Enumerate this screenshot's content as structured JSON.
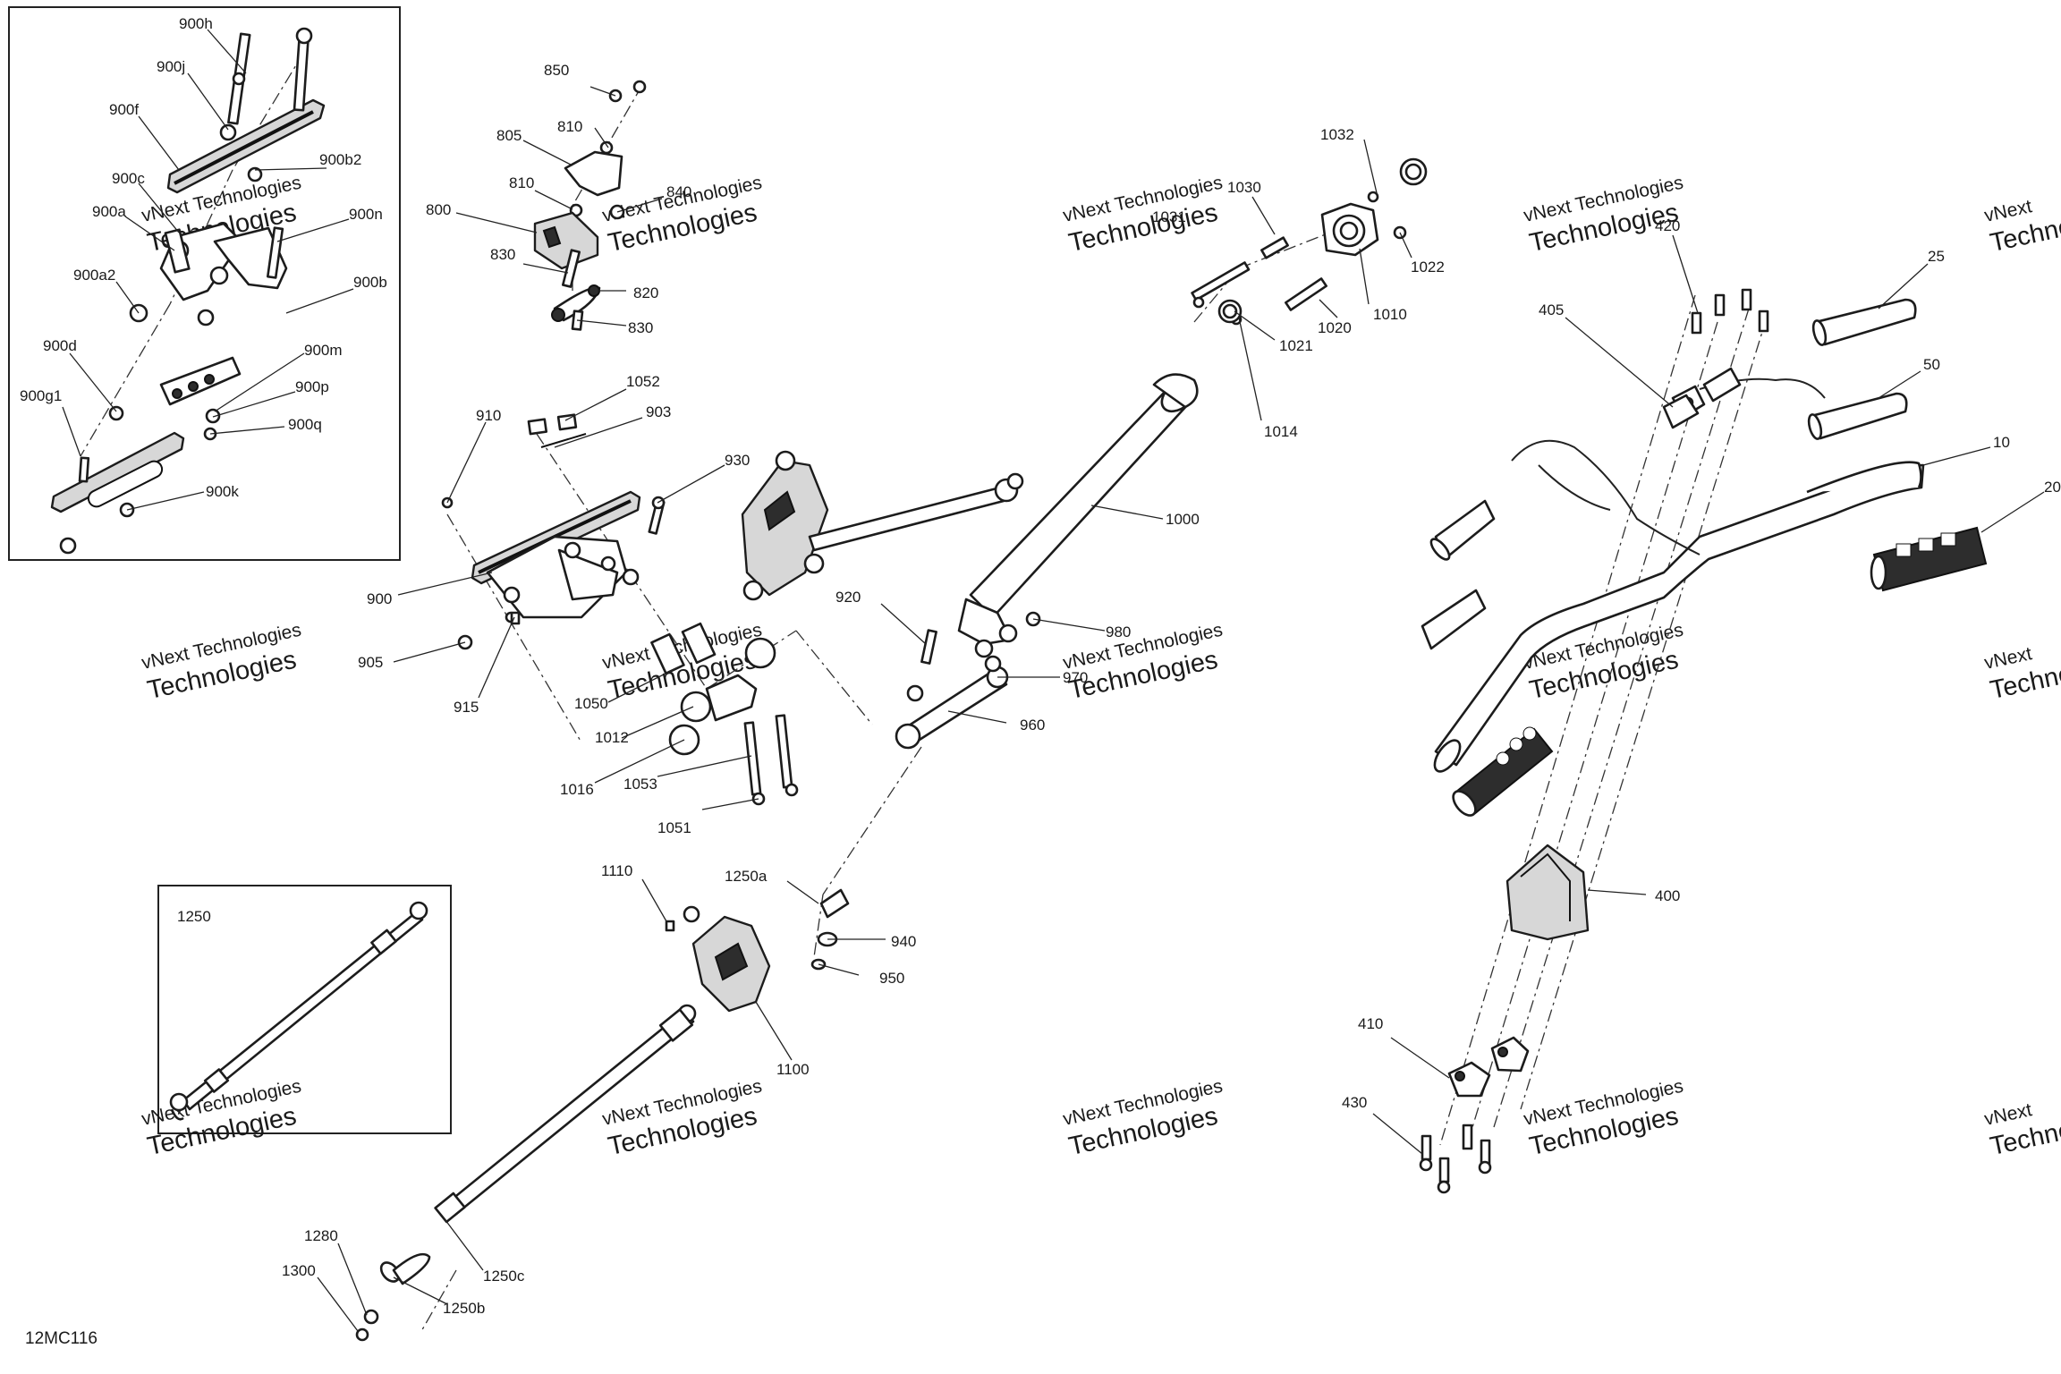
{
  "drawing_code": "12MC116",
  "inset_labels": {
    "tension_bar_kit": "1250"
  },
  "watermark": {
    "line1": "vNext Technologies",
    "line2": "Technologies",
    "line3": "vNext"
  },
  "callouts": [
    "900h",
    "900j",
    "900f",
    "900c",
    "900b2",
    "900a",
    "900n",
    "900a2",
    "900b",
    "900d",
    "900m",
    "900g1",
    "900p",
    "900q",
    "900k",
    "850",
    "805",
    "810",
    "810",
    "840",
    "800",
    "830",
    "820",
    "830",
    "1032",
    "1030",
    "1031",
    "1022",
    "1010",
    "1020",
    "1021",
    "1014",
    "405",
    "420",
    "25",
    "50",
    "10",
    "20",
    "1052",
    "910",
    "903",
    "930",
    "1000",
    "900",
    "920",
    "980",
    "905",
    "915",
    "1050",
    "970",
    "1012",
    "960",
    "1016",
    "1053",
    "1051",
    "1110",
    "1250a",
    "940",
    "950",
    "400",
    "1100",
    "410",
    "430",
    "1280",
    "1300",
    "1250c",
    "1250b"
  ]
}
